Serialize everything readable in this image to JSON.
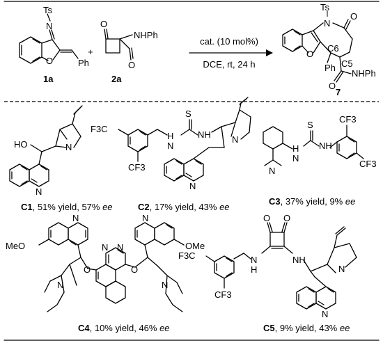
{
  "reaction": {
    "reactant1_label": "1a",
    "reactant2_label": "2a",
    "product_label": "7",
    "plus": "+",
    "conditions_above": "cat. (10 mol%)",
    "conditions_below": "DCE, rt, 24 h",
    "atoms": {
      "ts": "Ts",
      "n": "N",
      "o": "O",
      "ph": "Ph",
      "nhph": "NHPh",
      "c6": "C6",
      "c5": "C5"
    }
  },
  "catalysts": [
    {
      "id": "C1",
      "yield": ", 51% yield, 57% ",
      "ee": "ee"
    },
    {
      "id": "C2",
      "yield": ", 17% yield, 43% ",
      "ee": "ee"
    },
    {
      "id": "C3",
      "yield": ", 37% yield, 9% ",
      "ee": "ee"
    },
    {
      "id": "C4",
      "yield": ", 10% yield, 46% ",
      "ee": "ee"
    },
    {
      "id": "C5",
      "yield": ", 9% yield, 43% ",
      "ee": "ee"
    }
  ],
  "atoms": {
    "ho": "HO",
    "n": "N",
    "s": "S",
    "nh": "NH",
    "h": "H",
    "cf3": "CF3",
    "f3c": "F3C",
    "meo": "MeO",
    "ome": "OMe",
    "o": "O"
  }
}
